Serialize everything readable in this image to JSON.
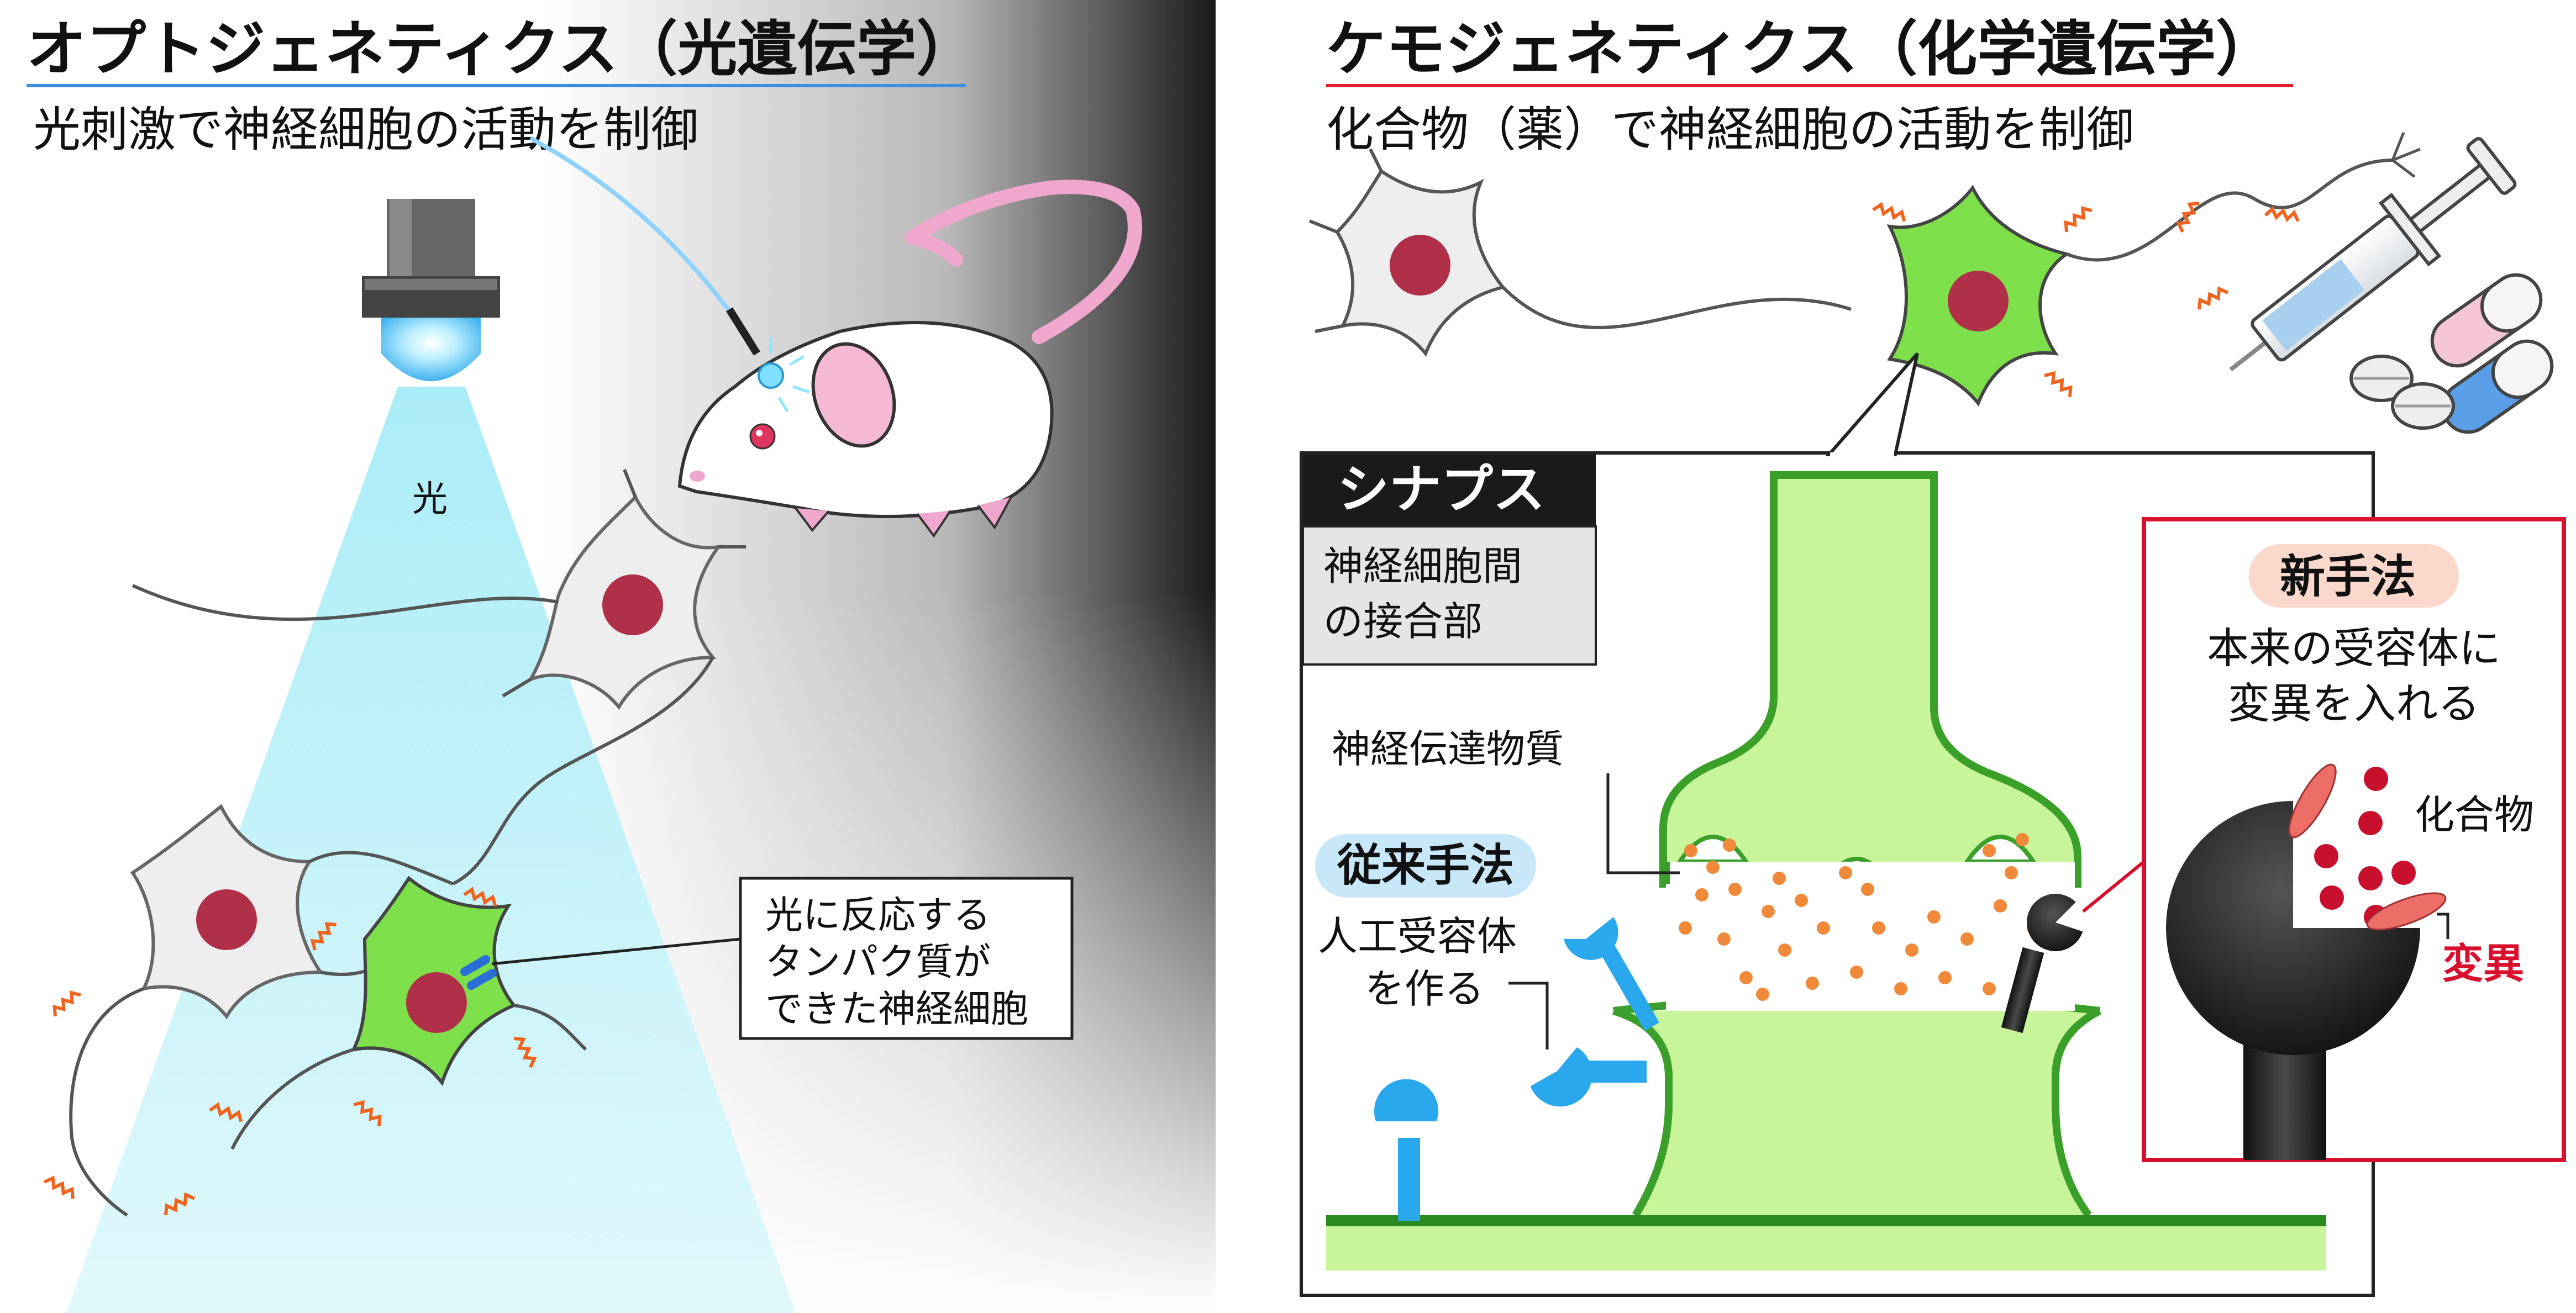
{
  "left_panel": {
    "title": "オプトジェネティクス（光遺伝学）",
    "subtitle": "光刺激で神経細胞の活動を制御",
    "light_label": "光",
    "callout_lines": [
      "光に反応する",
      "タンパク質が",
      "できた神経細胞"
    ]
  },
  "right_panel": {
    "title": "ケモジェネティクス（化学遺伝学）",
    "subtitle": "化合物（薬）で神経細胞の活動を制御",
    "synapse_title": "シナプス",
    "synapse_desc_lines": [
      "神経細胞間",
      "の接合部"
    ],
    "neurotransmitter_label": "神経伝達物質",
    "conventional_badge": "従来手法",
    "conventional_desc_lines": [
      "人工受容体",
      "を作る"
    ],
    "new_method_badge": "新手法",
    "new_method_desc_lines": [
      "本来の受容体に",
      "変異を入れる"
    ],
    "compound_label": "化合物",
    "mutation_label": "変異"
  },
  "colors": {
    "title_underline_left": "#3a8fe0",
    "title_underline_right": "#e0202e",
    "light_beam": "#bff2fa",
    "neuron_active": "#7de04a",
    "neuron_inactive": "#eeeeee",
    "nucleus": "#b0304a",
    "synapse_fill": "#c8f59a",
    "synapse_edge": "#3aa02a",
    "receptor_blue": "#2aa8ee",
    "receptor_black": "#1e1e1e",
    "transmitter_dot": "#f08a3a",
    "compound_dot": "#c8102e",
    "mutation_oval": "#ec6e66",
    "new_method_frame": "#d8102e",
    "badge_conventional_bg": "#c8e8fa",
    "badge_new_bg": "#fad8cc",
    "spark": "#f0641e"
  },
  "icons": [
    "light-lamp-icon",
    "optical-fiber-icon",
    "mouse-icon",
    "neuron-icon",
    "syringe-icon",
    "pill-capsule-icon",
    "tablet-icon",
    "receptor-icon",
    "spark-icon"
  ]
}
